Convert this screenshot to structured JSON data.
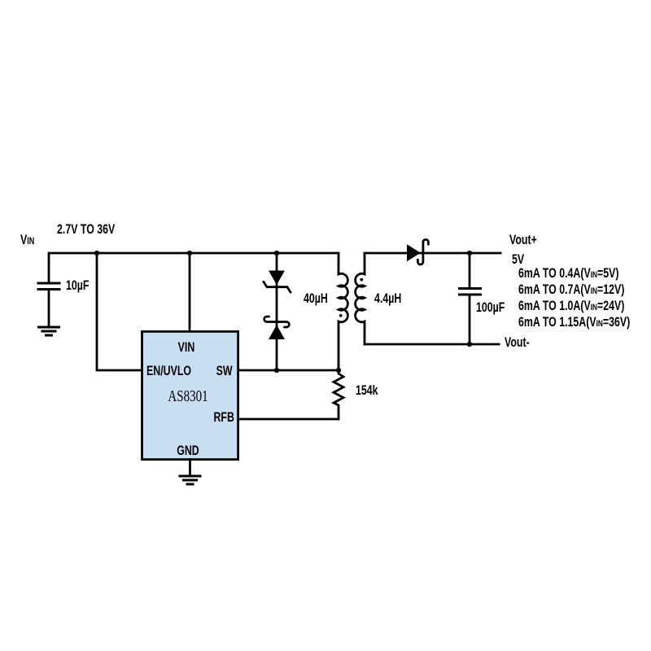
{
  "schematic": {
    "colors": {
      "background": "#ffffff",
      "wire": "#000000",
      "text": "#000000",
      "ic_fill": "#cadef3",
      "ic_border": "#000000"
    },
    "input": {
      "terminal_main": "V",
      "terminal_sub": "IN",
      "range": "2.7V TO 36V",
      "capacitor": "10µF"
    },
    "ic": {
      "part_number": "AS8301",
      "pin_vin": "VIN",
      "pin_en_uvlo": "EN/UVLO",
      "pin_sw": "SW",
      "pin_rfb": "RFB",
      "pin_gnd": "GND"
    },
    "transformer": {
      "primary_inductance": "40µH",
      "secondary_inductance": "4.4µH"
    },
    "feedback_resistor": "154k",
    "output": {
      "capacitor": "100µF",
      "vout_plus": "Vout+",
      "voltage": "5V",
      "vout_minus": "Vout-",
      "specs": [
        {
          "prefix": "6mA TO 0.4A(V",
          "sub": "IN",
          "suffix": "=5V)"
        },
        {
          "prefix": "6mA TO 0.7A(V",
          "sub": "IN",
          "suffix": "=12V)"
        },
        {
          "prefix": "6mA TO 1.0A(V",
          "sub": "IN",
          "suffix": "=24V)"
        },
        {
          "prefix": "6mA TO 1.15A(V",
          "sub": "IN",
          "suffix": "=36V)"
        }
      ]
    }
  }
}
